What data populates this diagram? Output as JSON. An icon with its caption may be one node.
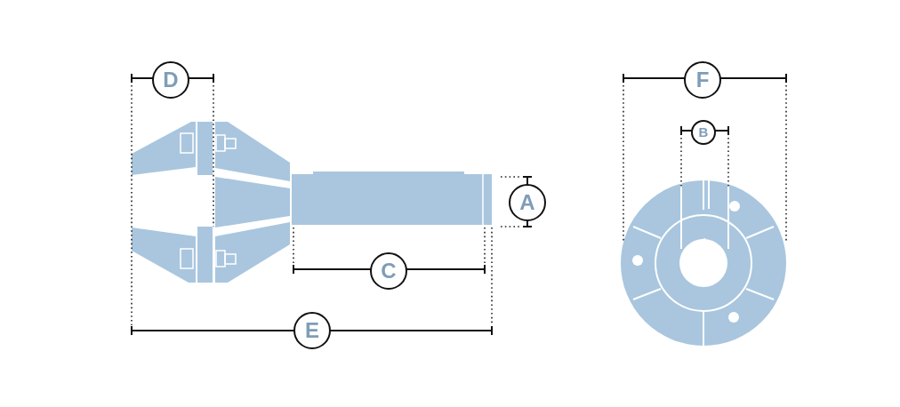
{
  "diagram": {
    "labels": [
      "D",
      "F",
      "B",
      "A",
      "C",
      "E"
    ]
  }
}
